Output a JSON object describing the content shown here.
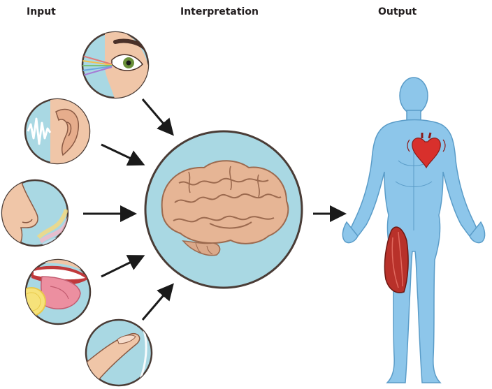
{
  "headings": {
    "input": "Input",
    "interpretation": "Interpretation",
    "output": "Output"
  },
  "inputs": [
    {
      "sense": "sight",
      "icon": "eye-icon"
    },
    {
      "sense": "hearing",
      "icon": "ear-icon"
    },
    {
      "sense": "smell",
      "icon": "nose-icon"
    },
    {
      "sense": "taste",
      "icon": "tongue-icon"
    },
    {
      "sense": "touch",
      "icon": "finger-icon"
    }
  ],
  "interpretation": {
    "icon": "brain-icon"
  },
  "output": {
    "icon": "human-body-icon",
    "organs": [
      "heart-icon",
      "thigh-muscle-icon"
    ]
  },
  "colors": {
    "circle_fill": "#a9d8e3",
    "circle_stroke": "#4a3c36",
    "body_fill": "#8dc6ea",
    "body_stroke": "#5a9cc8",
    "brain": "#e6b595",
    "heart": "#d8302c",
    "muscle": "#b8312a",
    "skin": "#f0c6a8",
    "arrow": "#1a1a1a"
  }
}
